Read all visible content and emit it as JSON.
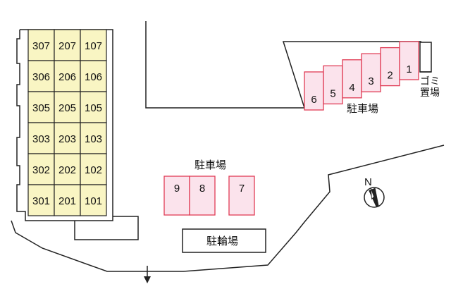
{
  "labels": {
    "parking_top": "駐車場",
    "parking_mid": "駐車場",
    "bike_parking": "駐輪場",
    "garbage_line1": "ゴミ",
    "garbage_line2": "置場",
    "north": "N"
  },
  "building": {
    "columns": [
      [
        "307",
        "306",
        "305",
        "303",
        "302",
        "301"
      ],
      [
        "207",
        "206",
        "205",
        "203",
        "202",
        "201"
      ],
      [
        "107",
        "106",
        "105",
        "103",
        "102",
        "101"
      ]
    ]
  },
  "parking_top": [
    "6",
    "5",
    "4",
    "3",
    "2",
    "1"
  ],
  "parking_mid": [
    "9",
    "8",
    "7"
  ],
  "colors": {
    "unit_fill": "#f9f5c3",
    "parking_fill": "#fbe3ec",
    "parking_stroke": "#e03b55",
    "line": "#222222"
  }
}
